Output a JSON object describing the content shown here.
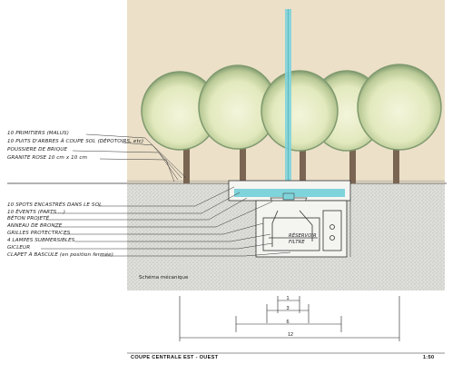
{
  "labels_upper": [
    "10 PRIMITIERS  (MALUS)",
    "10 PUITS D'ARBRES À COUPE SOL (DÉPOTOIRS, etc)",
    "POUSSIERE DE BRIQUE",
    "GRANITE ROSE  10 cm x 10 cm"
  ],
  "labels_lower": [
    "10 SPOTS ENCASTRÉS DANS LE SOL",
    "10 ÉVENTS (PARTS ...)",
    "BÉTON PROJETÉ",
    "ANNEAU DE BRONZE",
    "GRILLES PROTECTRICES",
    "4 LAMPES SUBMERSIBLES",
    "GICLEUR",
    "CLAPET À BASCULE (en position fermée)"
  ],
  "inner_label": "RÉSERVOIR FILTRE",
  "schema_label": "Schéma mécanique",
  "dimensions": [
    "1",
    "3",
    "6",
    "12"
  ],
  "caption": "COUPE CENTRALE  EST - OUEST",
  "scale": "1:50",
  "colors": {
    "sky": "#ece0c9",
    "ground": "#dcdcd8",
    "water": "#7fd3da",
    "foliage": "#e9eec8",
    "foliage_edge": "#8aa37a",
    "trunk": "#7a6552"
  }
}
